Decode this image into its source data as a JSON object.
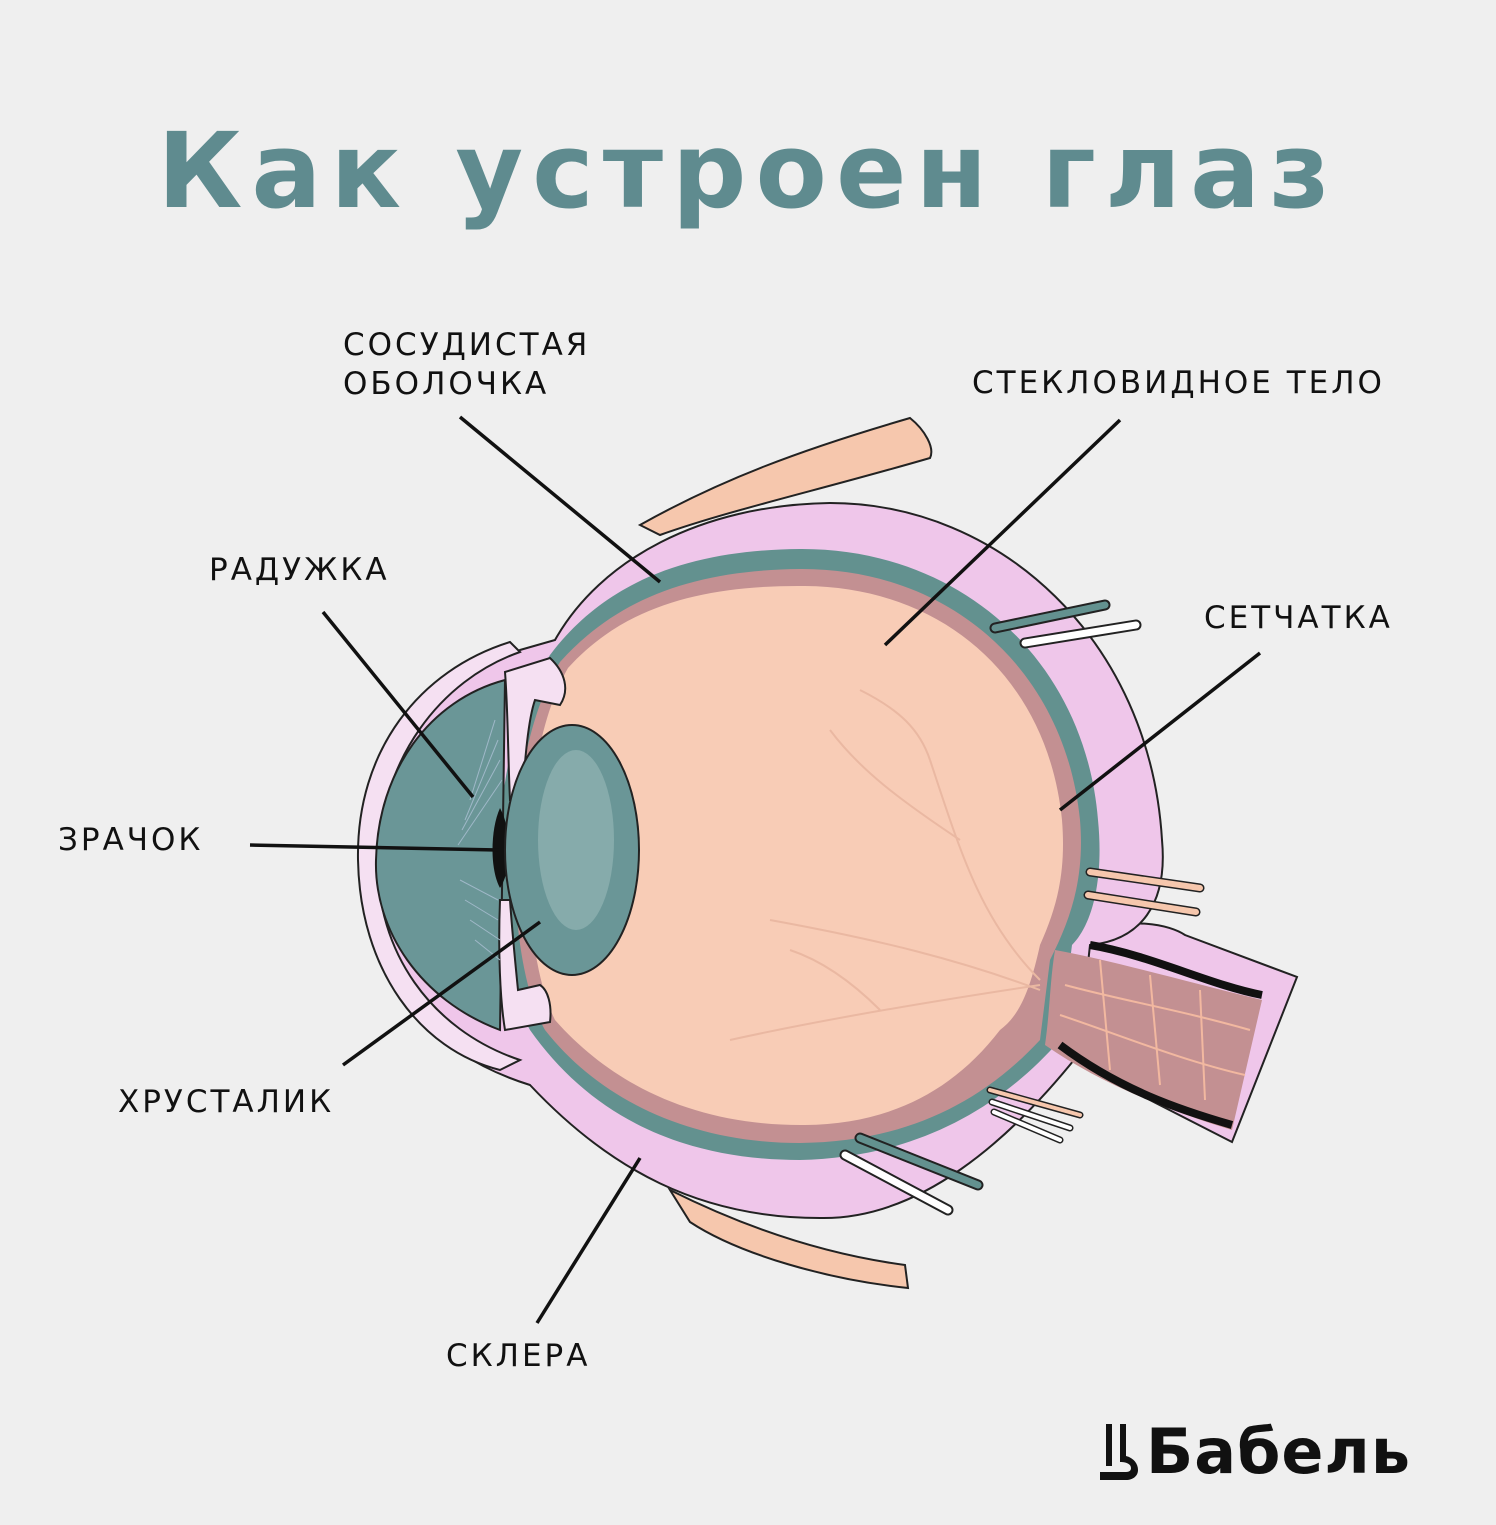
{
  "title": "Как устроен глаз",
  "labels": {
    "choroid_line1": "СОСУДИСТАЯ",
    "choroid_line2": "ОБОЛОЧКА",
    "vitreous": "СТЕКЛОВИДНОЕ ТЕЛО",
    "iris": "РАДУЖКА",
    "retina": "СЕТЧАТКА",
    "pupil": "ЗРАЧОК",
    "lens": "ХРУСТАЛИК",
    "sclera": "СКЛЕРА"
  },
  "logo": {
    "text": "Бабель",
    "icon": "babel-logo-icon"
  },
  "colors": {
    "background": "#efefef",
    "title": "#5f8b8f",
    "sclera": "#efc6ea",
    "choroid": "#63918f",
    "retina": "#c39092",
    "vitreous": "#f8ccb6",
    "muscle": "#f6c7ad",
    "iris": "#6a9697",
    "lens_center": "#86abab"
  }
}
